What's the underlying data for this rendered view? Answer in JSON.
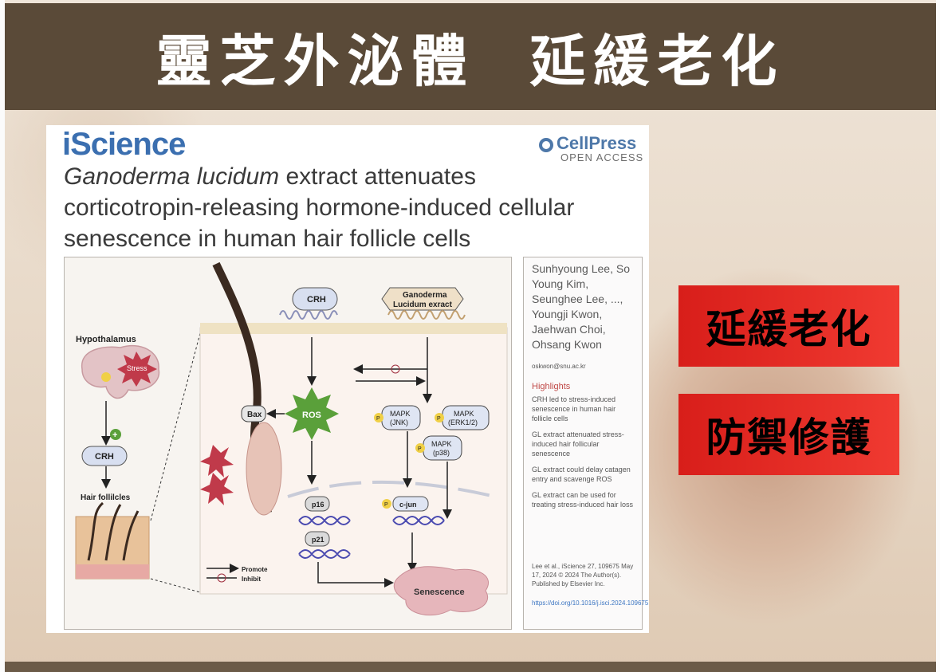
{
  "header": {
    "title": "靈芝外泌體  延緩老化"
  },
  "badges": [
    {
      "label": "延緩老化"
    },
    {
      "label": "防禦修護"
    }
  ],
  "paper": {
    "journal": "iScience",
    "publisher": "CellPress",
    "access": "OPEN ACCESS",
    "title_italic": "Ganoderma lucidum",
    "title_rest_1": " extract attenuates",
    "title_line_2": "corticotropin-releasing hormone-induced cellular",
    "title_line_3": "senescence in human hair follicle cells",
    "authors": "Sunhyoung Lee, So Young Kim, Seunghee Lee, ..., Youngji Kwon, Jaehwan Choi, Ohsang Kwon",
    "email": "oskwon@snu.ac.kr",
    "highlights_title": "Highlights",
    "highlights": [
      "CRH led to stress-induced senescence in human hair follicle cells",
      "GL extract attenuated stress-induced hair follicular senescence",
      "GL extract could delay catagen entry and scavenge ROS",
      "GL extract can be used for treating stress-induced hair loss"
    ],
    "citation": "Lee et al., iScience 27, 109675 May 17, 2024 © 2024 The Author(s). Published by Elsevier Inc.",
    "doi": "https://doi.org/10.1016/j.isci.2024.109675"
  },
  "diagram": {
    "hypothalamus": "Hypothalamus",
    "stress": "Stress",
    "crh_left": "CRH",
    "hair_follicles": "Hair follilcles",
    "crh_receptor": "CRH",
    "gl_line1": "Ganoderma",
    "gl_line2": "Lucidum exract",
    "bax": "Bax",
    "ros": "ROS",
    "mapk_jnk_1": "MAPK",
    "mapk_jnk_2": "(JNK)",
    "mapk_erk_1": "MAPK",
    "mapk_erk_2": "(ERK1/2)",
    "mapk_p38_1": "MAPK",
    "mapk_p38_2": "(p38)",
    "p_label": "P",
    "p16": "p16",
    "p21": "p21",
    "cjun": "c-jun",
    "senescence": "Senescence",
    "legend_promote": "Promote",
    "legend_inhibit": "Inhibit",
    "plus": "+"
  },
  "colors": {
    "header_bg": "#5a4a38",
    "badge_red": "#e8231f",
    "journal_blue": "#3b6fb0",
    "ros_green": "#5aa03a",
    "senescence_pink": "#e6b6bb"
  }
}
